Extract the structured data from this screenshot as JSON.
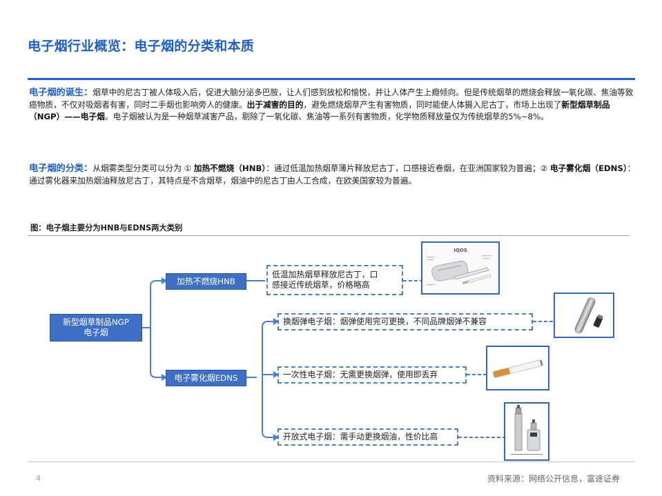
{
  "title": "电子烟行业概览：电子烟的分类和本质",
  "para1": {
    "lead": "电子烟的诞生：",
    "t1": "烟草中的尼古丁被人体吸入后，促进大脑分泌多巴胺，让人们感到放松和愉悦，并让人体产生上瘾倾向。但是传统烟草的燃烧会释放一氧化碳、焦油等致癌物质，不仅对吸烟者有害，同时二手烟也影响旁人的健康。",
    "b1": "出于减害的目的",
    "t2": "，避免燃烧烟草产生有害物质，同时能使人体摄入尼古丁，市场上出现了",
    "b2": "新型烟草制品（NGP）——电子烟",
    "t3": "。电子烟被认为是一种烟草减害产品，剔除了一氧化碳、焦油等一系列有害物质，化学物质释放量仅为传统烟草的5%~8%。"
  },
  "para2": {
    "lead": "电子烟的分类：",
    "t1": "从烟雾类型分类可以分为 ① ",
    "b1": "加热不燃烧（HNB）",
    "t2": "：通过低温加热烟草薄片释放尼古丁，口感接近卷烟，在亚洲国家较为普遍；② ",
    "b2": "电子雾化烟（EDNS）",
    "t3": "：通过雾化器来加热烟油释放尼古丁，其特点是不含烟草，烟油中的尼古丁由人工合成，在欧美国家较为普遍。"
  },
  "figure": {
    "caption": "图：电子烟主要分为HNB与EDNS两大类别",
    "root": [
      "新型烟草制品NGP",
      "电子烟"
    ],
    "hnb": {
      "label": "加热不燃烧HNB",
      "desc": [
        "低温加热烟草释放尼古丁，口",
        "感接近传统烟草，价格略高"
      ]
    },
    "edns": {
      "label": "电子雾化烟EDNS",
      "items": [
        "换烟弹电子烟：烟弹使用完可更换，不同品牌烟弹不兼容",
        "一次性电子烟：无需更换烟弹，使用即丢弃",
        "开放式电子烟：需手动更换烟油，性价比高"
      ]
    },
    "photos": {
      "iqos_brand": "IQOS"
    }
  },
  "footer": {
    "page": "4",
    "source": "资料来源：网络公开信息，富途证券"
  },
  "colors": {
    "brand_blue": "#1f5fc8",
    "node_blue": "#3d6fc4",
    "dash_blue": "#4a7fc4"
  }
}
